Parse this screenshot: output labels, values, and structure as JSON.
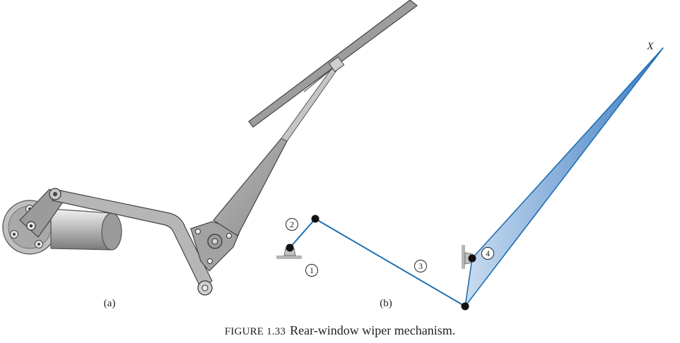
{
  "caption": {
    "figure_number": "FIGURE 1.33",
    "title": "Rear-window wiper mechanism."
  },
  "panel_a": {
    "label": "(a)"
  },
  "panel_b": {
    "label": "(b)",
    "point_label": "X",
    "links": [
      {
        "id": "link-1",
        "number": "1"
      },
      {
        "id": "link-2",
        "number": "2"
      },
      {
        "id": "link-3",
        "number": "3"
      },
      {
        "id": "link-4",
        "number": "4"
      }
    ]
  },
  "colors": {
    "link_blue": "#1f6fb2",
    "wiper_fill_light": "#c9dcf0",
    "wiper_fill_dark": "#3f7ec2",
    "metal_light": "#d4d4d4",
    "metal_mid": "#a8a8a8",
    "metal_dark": "#6e6e6e",
    "ground": "#b5b5b5"
  }
}
